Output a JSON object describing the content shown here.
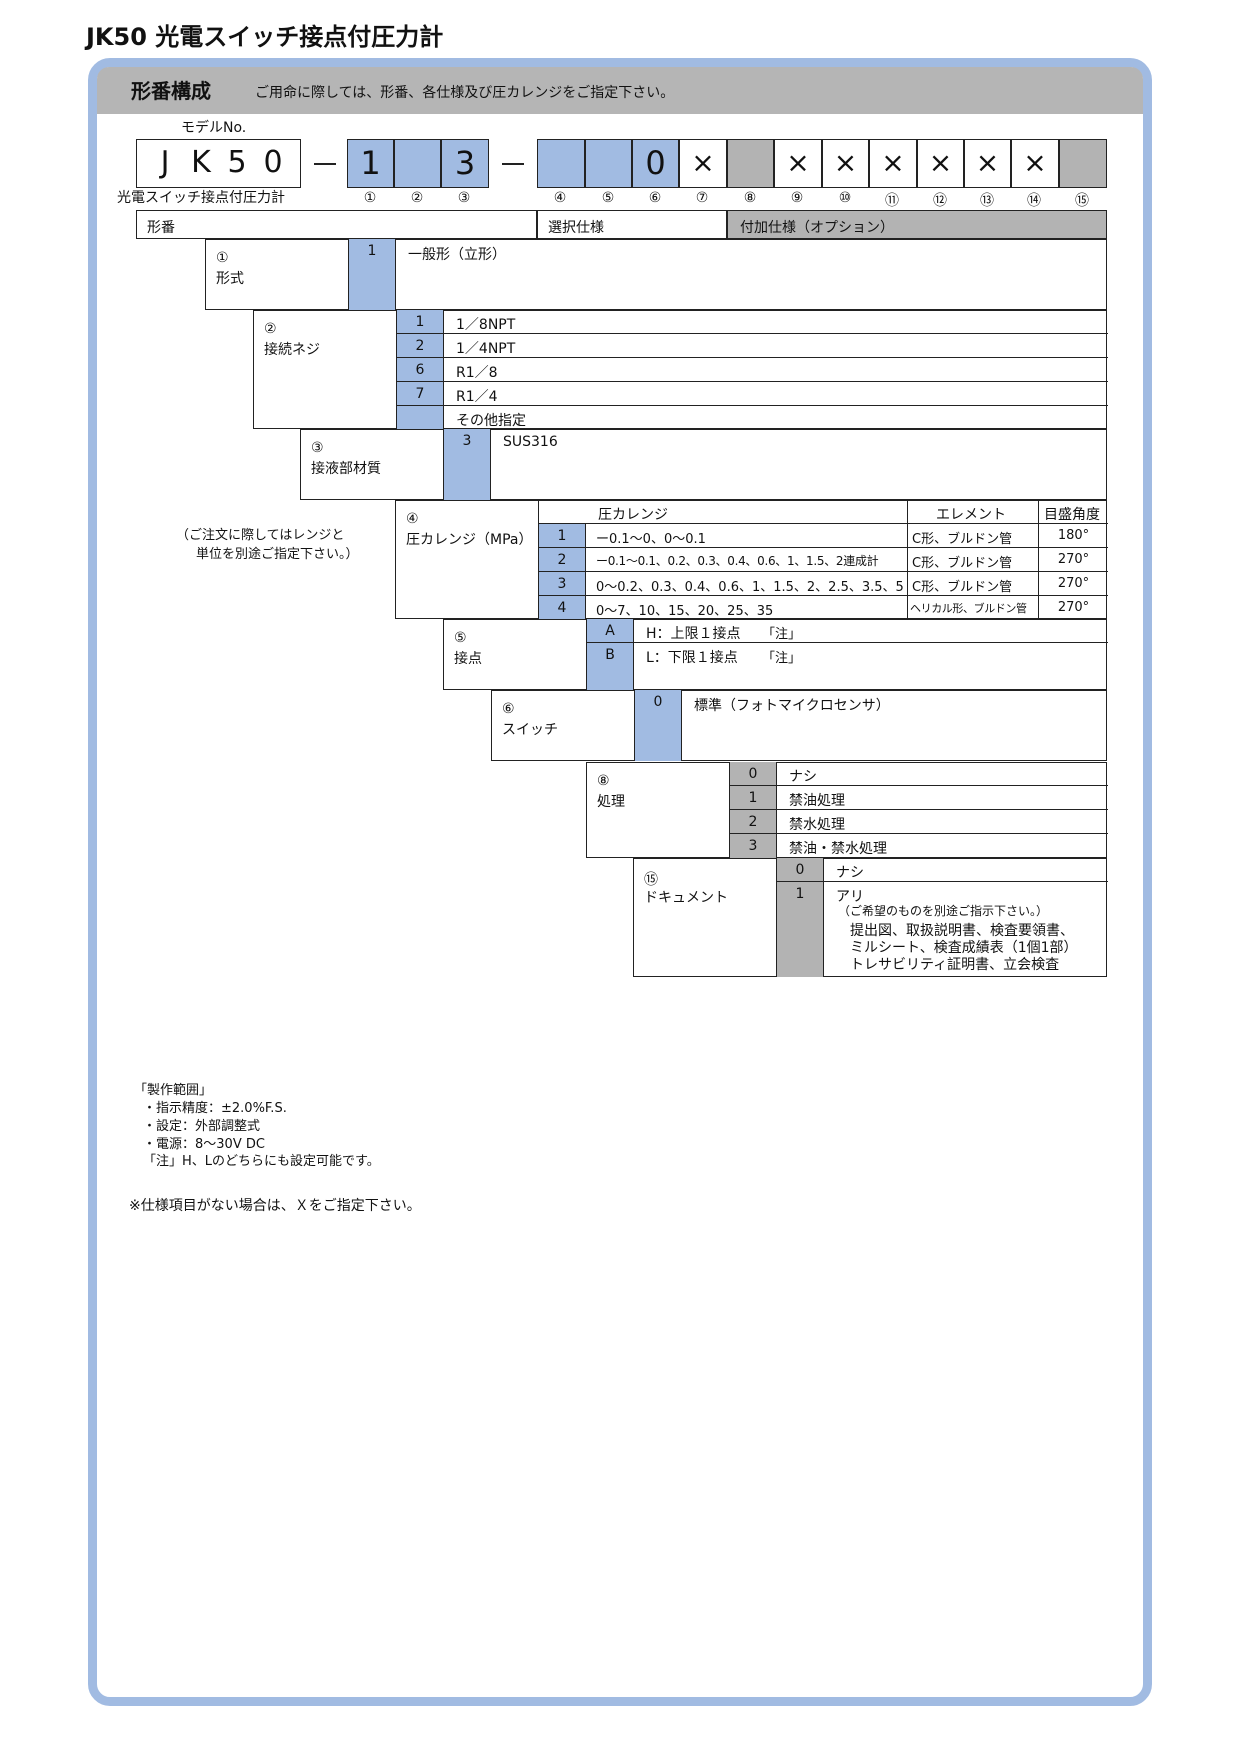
{
  "page_title": "JK50 光電スイッチ接点付圧力計",
  "header": {
    "title": "形番構成",
    "note": "ご用命に際しては、形番、各仕様及び圧カレンジをご指定下さい。"
  },
  "model": {
    "label": "モデルNo.",
    "base": [
      "J",
      "K",
      "5",
      "0"
    ],
    "dash": "—",
    "fixed_digits": {
      "d1": "1",
      "d3": "3",
      "d6": "0"
    },
    "x_mark": "×",
    "product_name": "光電スイッチ接点付圧力計",
    "position_numbers": [
      "①",
      "②",
      "③",
      "④",
      "⑤",
      "⑥",
      "⑦",
      "⑧",
      "⑨",
      "⑩",
      "⑪",
      "⑫",
      "⑬",
      "⑭",
      "⑮"
    ],
    "group_labels": {
      "kataban": "形番",
      "selection": "選択仕様",
      "option": "付加仕様（オプション）"
    }
  },
  "sections": {
    "s1": {
      "num": "①",
      "name": "形式",
      "rows": [
        {
          "code": "1",
          "text": "一般形（立形）"
        }
      ]
    },
    "s2": {
      "num": "②",
      "name": "接続ネジ",
      "rows": [
        {
          "code": "1",
          "text": "1／8NPT"
        },
        {
          "code": "2",
          "text": "1／4NPT"
        },
        {
          "code": "6",
          "text": "R1／8"
        },
        {
          "code": "7",
          "text": "R1／4"
        },
        {
          "code": "",
          "text": "その他指定"
        }
      ]
    },
    "s3": {
      "num": "③",
      "name": "接液部材質",
      "rows": [
        {
          "code": "3",
          "text": "SUS316"
        }
      ]
    },
    "s4": {
      "num": "④",
      "name": "圧カレンジ（MPa）",
      "side_note": [
        "（ご注文に際してはレンジと",
        "単位を別途ご指定下さい。）"
      ],
      "headers": {
        "range": "圧カレンジ",
        "element": "エレメント",
        "angle": "目盛角度"
      },
      "rows": [
        {
          "code": "1",
          "range": "ー0.1～0、0～0.1",
          "element": "C形、ブルドン管",
          "angle": "180°"
        },
        {
          "code": "2",
          "range": "ー0.1～0.1、0.2、0.3、0.4、0.6、1、1.5、2連成計",
          "element": "C形、ブルドン管",
          "angle": "270°"
        },
        {
          "code": "3",
          "range": "0～0.2、0.3、0.4、0.6、1、1.5、2、2.5、3.5、5",
          "element": "C形、ブルドン管",
          "angle": "270°"
        },
        {
          "code": "4",
          "range": "0～7、10、15、20、25、35",
          "element": "ヘリカル形、ブルドン管",
          "angle": "270°"
        }
      ]
    },
    "s5": {
      "num": "⑤",
      "name": "接点",
      "rows": [
        {
          "code": "A",
          "text": "H：上限１接点",
          "note": "「注」"
        },
        {
          "code": "B",
          "text": "L：下限１接点",
          "note": "「注」"
        }
      ]
    },
    "s6": {
      "num": "⑥",
      "name": "スイッチ",
      "rows": [
        {
          "code": "0",
          "text": "標準（フォトマイクロセンサ）"
        }
      ]
    },
    "s8": {
      "num": "⑧",
      "name": "処理",
      "rows": [
        {
          "code": "0",
          "text": "ナシ"
        },
        {
          "code": "1",
          "text": "禁油処理"
        },
        {
          "code": "2",
          "text": "禁水処理"
        },
        {
          "code": "3",
          "text": "禁油・禁水処理"
        }
      ]
    },
    "s15": {
      "num": "⑮",
      "name": "ドキュメント",
      "rows": [
        {
          "code": "0",
          "text": "ナシ"
        },
        {
          "code": "1",
          "text": "アリ"
        }
      ],
      "detail": {
        "note": "（ご希望のものを別途ご指示下さい。）",
        "lines": [
          "提出図、取扱説明書、検査要領書、",
          "ミルシート、検査成績表（1個1部）",
          "トレサビリティ証明書、立会検査"
        ]
      }
    }
  },
  "footnotes": {
    "title": "「製作範囲」",
    "items": [
      "・指示精度：±2.0%F.S.",
      "・設定：外部調整式",
      "・電源：8～30V DC"
    ],
    "chu": "「注」H、Lのどちらにも設定可能です。",
    "x_note": "※仕様項目がない場合は、Ｘをご指定下さい。"
  }
}
